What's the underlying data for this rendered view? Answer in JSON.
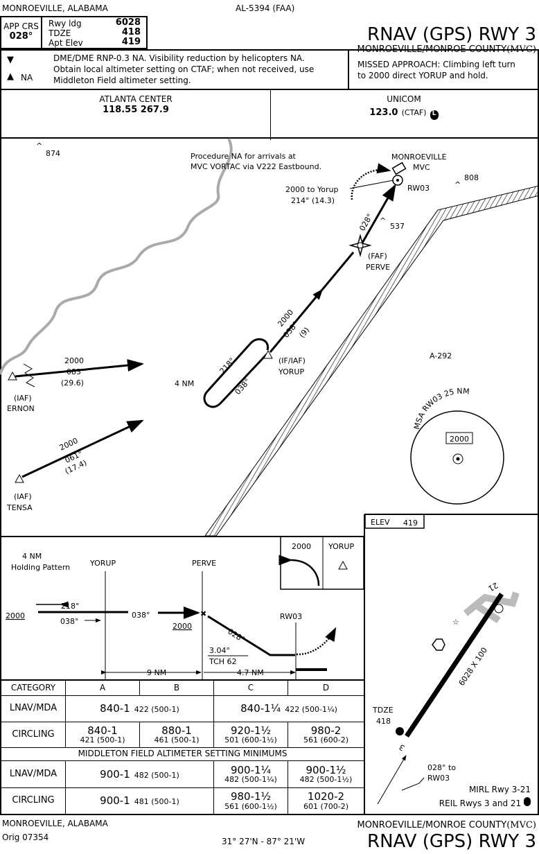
{
  "header": {
    "location": "MONROEVILLE, ALABAMA",
    "chart_id": "AL-5394 (FAA)",
    "title": "RNAV (GPS) RWY 3",
    "airport": "MONROEVILLE/MONROE COUNTY",
    "airport_id": "(MVC)",
    "app_crs_label": "APP CRS",
    "app_crs": "028°",
    "rwy_ldg_label": "Rwy ldg",
    "rwy_ldg": "6028",
    "tdze_label": "TDZE",
    "tdze": "418",
    "apt_elev_label": "Apt Elev",
    "apt_elev": "419"
  },
  "notes": {
    "na_label": "NA",
    "text_lines": [
      "DME/DME RNP-0.3 NA. Visibility reduction by helicopters NA.",
      "Obtain local altimeter setting on CTAF; when not received, use",
      "Middleton Field altimeter setting."
    ],
    "missed_lines": [
      "MISSED APPROACH: Climbing left turn",
      "to 2000 direct YORUP and hold."
    ]
  },
  "comms": {
    "center_label": "ATLANTA CENTER",
    "center_freq": "118.55  267.9",
    "unicom_label": "UNICOM",
    "unicom_freq": "123.0",
    "ctaf": "(CTAF)",
    "lighting_icon": "L"
  },
  "plan": {
    "obst_874": "874",
    "note_lines": [
      "Procedure NA for arrivals at",
      "MVC VORTAC via V222 Eastbound."
    ],
    "vortac_name": "MONROEVILLE",
    "vortac_id": "MVC",
    "rw03": "RW03",
    "obst_808": "808",
    "obst_537": "537",
    "missed_alt": "2000 to Yorup",
    "missed_crs": "214°  (14.3)",
    "final_crs": "028°",
    "faf_label": "(FAF)",
    "faf_name": "PERVE",
    "yorup_alt": "2000",
    "yorup_crs": "038°",
    "yorup_dist": "(9)",
    "if_label": "(IF/IAF)",
    "if_name": "YORUP",
    "hold_out": "218°",
    "hold_in": "038°",
    "hold_len": "4 NM",
    "ernon_alt": "2000",
    "ernon_crs": "083°",
    "ernon_dist": "(29.6)",
    "ernon_label": "(IAF)",
    "ernon_name": "ERNON",
    "tensa_alt": "2000",
    "tensa_crs": "061°",
    "tensa_dist": "(17.4)",
    "tensa_label": "(IAF)",
    "tensa_name": "TENSA",
    "airspace": "A-292",
    "msa_label": "MSA RW03 25 NM",
    "msa_alt": "2000"
  },
  "profile": {
    "hold_label": [
      "4 NM",
      "Holding Pattern"
    ],
    "yorup": "YORUP",
    "perve": "PERVE",
    "alt_left": "2000",
    "crs_out": "218°",
    "crs_in": "038°",
    "crs_mid": "038°",
    "alt_faf": "2000",
    "final_crs": "028°",
    "rw03": "RW03",
    "gs": "3.04°",
    "tch": "TCH 62",
    "dist1": "9 NM",
    "dist2": "4.7 NM",
    "missed_alt": "2000",
    "missed_fix": "YORUP"
  },
  "minimums": {
    "headers": [
      "CATEGORY",
      "A",
      "B",
      "C",
      "D"
    ],
    "lnav": {
      "label": "LNAV/MDA",
      "ab_main": "840-1",
      "ab_sub": "422 (500-1)",
      "cd_main": "840-1¼",
      "cd_sub": "422 (500-1¼)"
    },
    "circling": {
      "label": "CIRCLING",
      "cells": [
        [
          "840-1",
          "421 (500-1)"
        ],
        [
          "880-1",
          "461 (500-1)"
        ],
        [
          "920-1½",
          "501 (600-1½)"
        ],
        [
          "980-2",
          "561 (600-2)"
        ]
      ]
    },
    "alt_title": "MIDDLETON FIELD ALTIMETER SETTING MINIMUMS",
    "alt_lnav": {
      "label": "LNAV/MDA",
      "ab_main": "900-1",
      "ab_sub": "482 (500-1)",
      "c": [
        "900-1¼",
        "482 (500-1¼)"
      ],
      "d": [
        "900-1½",
        "482 (500-1½)"
      ]
    },
    "alt_circling": {
      "label": "CIRCLING",
      "ab_main": "900-1",
      "ab_sub": "481 (500-1)",
      "c": [
        "980-1½",
        "561 (600-1½)"
      ],
      "d": [
        "1020-2",
        "601 (700-2)"
      ]
    }
  },
  "airport": {
    "elev_label": "ELEV",
    "elev": "419",
    "rwy21": "21",
    "rwy3": "3",
    "rwy_dims": "6028 X 100",
    "tdze_label": "TDZE",
    "tdze": "418",
    "arrow_lines": [
      "028° to",
      "RW03"
    ],
    "mirl": "MIRL Rwy 3-21",
    "reil": "REIL Rwys 3 and 21"
  },
  "footer": {
    "location": "MONROEVILLE, ALABAMA",
    "orig": "Orig  07354",
    "coords": "31° 27'N - 87° 21'W",
    "airport": "MONROEVILLE/MONROE COUNTY",
    "airport_id": "(MVC)",
    "title": "RNAV (GPS) RWY 3"
  }
}
